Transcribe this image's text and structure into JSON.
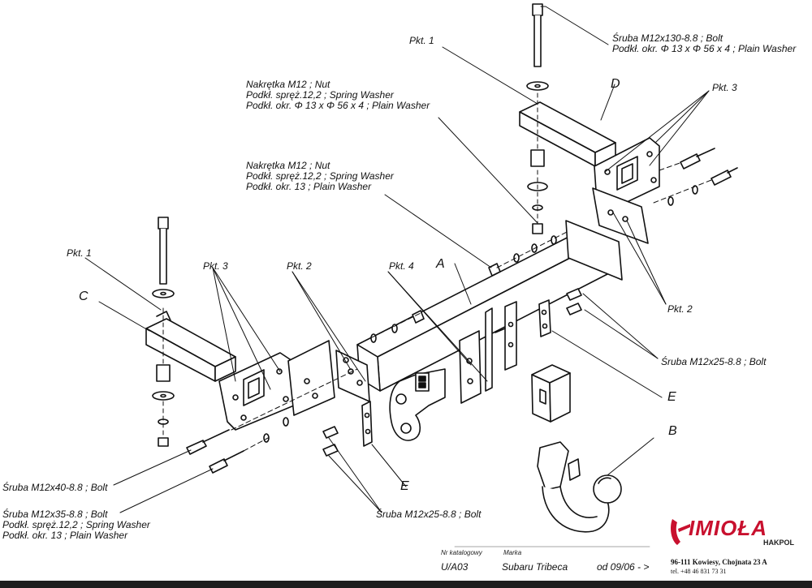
{
  "labels": {
    "top_right_bolt": {
      "line1": "Śruba M12x130-8.8 ;  Bolt",
      "line2": "Podkł. okr. Φ 13 x Φ 56 x 4 ; Plain Washer"
    },
    "top_nut": {
      "line1": "Nakrętka  M12 ; Nut",
      "line2": "Podkł. spręż.12,2 ; Spring Washer",
      "line3": "Podkł. okr. Φ 13 x Φ 56 x 4 ; Plain Washer"
    },
    "mid_nut": {
      "line1": "Nakrętka  M12 ; Nut",
      "line2": "Podkł. spręż.12,2 ; Spring Washer",
      "line3": "Podkł. okr. 13 ; Plain Washer"
    },
    "left_bolt_40": "Śruba M12x40-8.8 ;  Bolt",
    "left_bolt_35": {
      "line1": "Śruba M12x35-8.8 ;  Bolt",
      "line2": "Podkł. spręż.12,2 ; Spring Washer",
      "line3": "Podkł. okr. 13 ; Plain Washer"
    },
    "bolt_25_right": "Śruba M12x25-8.8 ;  Bolt",
    "bolt_25_bottom": "Śruba M12x25-8.8 ;  Bolt",
    "pkt1_top": "Pkt. 1",
    "pkt1_left": "Pkt. 1",
    "pkt3_right": "Pkt. 3",
    "pkt3_left": "Pkt. 3",
    "pkt2_left": "Pkt. 2",
    "pkt2_right": "Pkt. 2",
    "pkt4": "Pkt. 4",
    "part_a": "A",
    "part_b": "B",
    "part_c": "C",
    "part_d": "D",
    "part_e_right": "E",
    "part_e_bottom": "E"
  },
  "title_block": {
    "catalog_label": "Nr katalogowy",
    "catalog_value": "U/A03",
    "brand_label": "Marka",
    "brand_value": "Subaru Tribeca",
    "date_value": "od 09/06 - >"
  },
  "company": {
    "name": "IMIOŁA",
    "sub": "HAKPOL",
    "address": "96-111 Kowiesy, Chojnata 23 A",
    "phone": "tel. +48 46 831 73 31"
  },
  "colors": {
    "ink": "#111111",
    "brand_red": "#c8102e"
  }
}
